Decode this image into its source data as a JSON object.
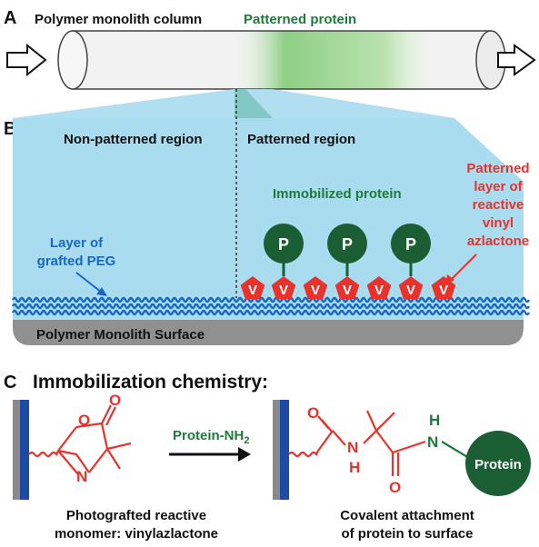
{
  "panels": {
    "a_letter": "A",
    "b_letter": "B",
    "c_letter": "C"
  },
  "panel_a": {
    "column_label": "Polymer monolith column",
    "patterned_label": "Patterned protein"
  },
  "panel_b": {
    "non_patterned_title": "Non-patterned region",
    "patterned_title": "Patterned region",
    "immobilized_label": "Immobilized protein",
    "patterned_layer_lines": [
      "Patterned",
      "layer of",
      "reactive",
      "vinyl",
      "azlactone"
    ],
    "peg_lines": [
      "Layer of",
      "grafted PEG"
    ],
    "surface_label": "Polymer Monolith Surface",
    "protein_symbol": "P",
    "azlactone_symbol": "V"
  },
  "panel_c": {
    "title": "Immobilization chemistry:",
    "reagent_label": "Protein-NH",
    "reagent_subscript": "2",
    "left_caption_lines": [
      "Photografted reactive",
      "monomer: vinylazlactone"
    ],
    "right_caption_lines": [
      "Covalent attachment",
      "of protein to surface"
    ],
    "atoms": {
      "oxygen": "O",
      "nitrogen": "N",
      "hydrogen": "H"
    },
    "protein_label": "Protein"
  },
  "colors": {
    "blue_region": "#a9dcef",
    "peg_blue": "#1668c4",
    "green": "#1e7a3a",
    "dark_green": "#1c5e33",
    "red": "#e8322b",
    "gray": "#909090",
    "dark_blue": "#1b4aa8"
  }
}
